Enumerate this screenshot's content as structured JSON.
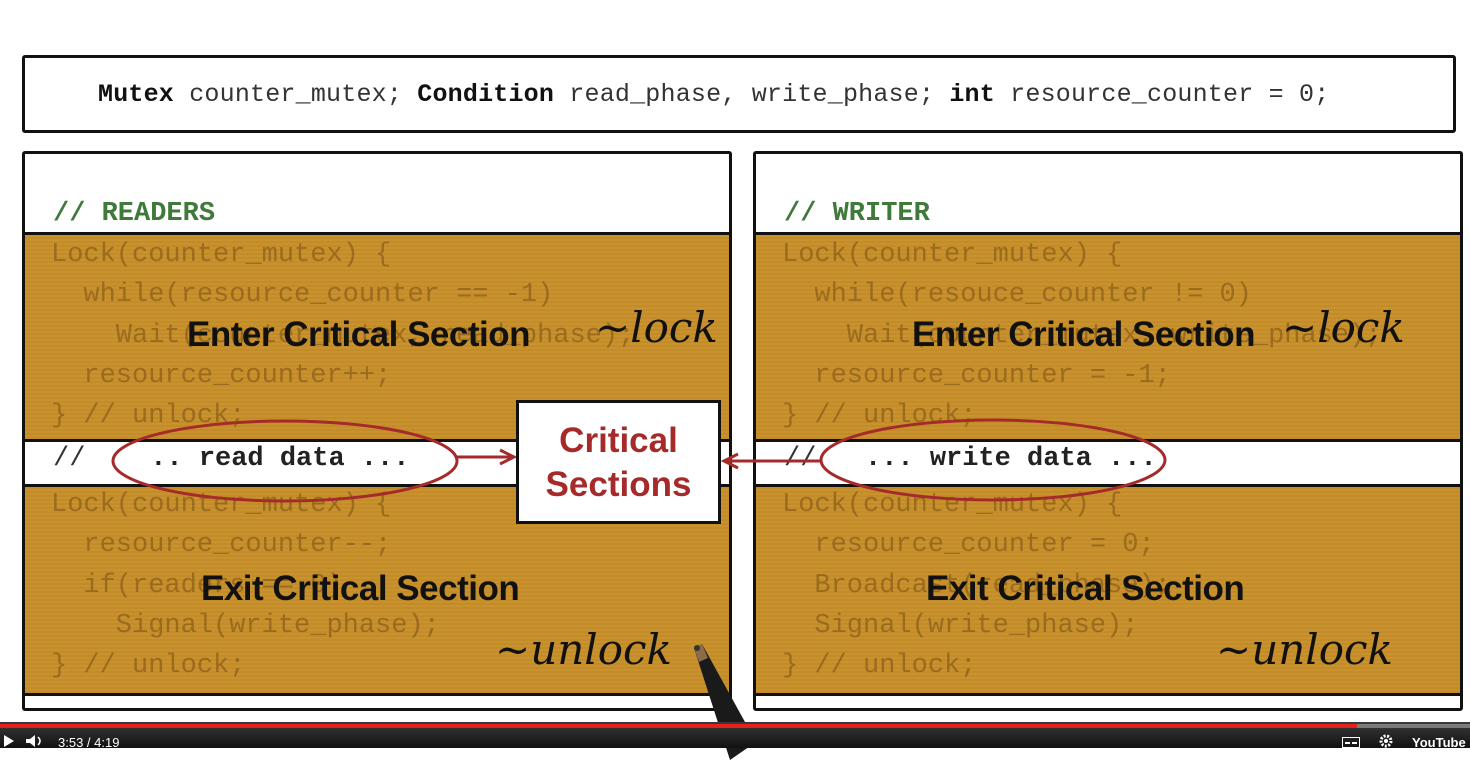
{
  "declaration": {
    "parts": [
      {
        "kw": "Mutex",
        "rest": " counter_mutex; "
      },
      {
        "kw": "Condition",
        "rest": " read_phase, write_phase; "
      },
      {
        "kw": "int",
        "rest": " resource_counter = 0;"
      }
    ]
  },
  "readers": {
    "header": "// READERS",
    "enter_code": [
      "Lock(counter_mutex) {",
      "  while(resource_counter == -1)",
      "    Wait(counter_mutex, read_phase);",
      "  resource_counter++;",
      "} // unlock;"
    ],
    "enter_label": "Enter Critical Section",
    "enter_note": "~lock",
    "data_prefix": "// ",
    "data_text": ".. read data ...",
    "exit_code": [
      "Lock(counter_mutex) {",
      "  resource_counter--;",
      "  if(readers == 0)",
      "    Signal(write_phase);",
      "} // unlock;"
    ],
    "exit_label": "Exit Critical Section",
    "exit_note": "~unlock"
  },
  "writer": {
    "header": "// WRITER",
    "enter_code": [
      "Lock(counter_mutex) {",
      "  while(resouce_counter != 0)",
      "    Wait(counter_mutex, write_phase);",
      "  resource_counter = -1;",
      "} // unlock;"
    ],
    "enter_label": "Enter Critical Section",
    "enter_note": "~lock",
    "data_prefix": "// ",
    "data_text": "... write data ...",
    "exit_code": [
      "Lock(counter_mutex) {",
      "  resource_counter = 0;",
      "  Broadcast(read_phase);",
      "  Signal(write_phase);",
      "} // unlock;"
    ],
    "exit_label": "Exit Critical Section",
    "exit_note": "~unlock"
  },
  "critical_box": {
    "line1": "Critical",
    "line2": "Sections"
  },
  "colors": {
    "block": "#c8902a",
    "annotation": "#a52a2a",
    "comment": "#3f7a3a",
    "progress": "#e62117"
  },
  "player": {
    "time": "3:53 / 4:19",
    "progress_fraction": 0.923,
    "brand": "YouTube"
  }
}
